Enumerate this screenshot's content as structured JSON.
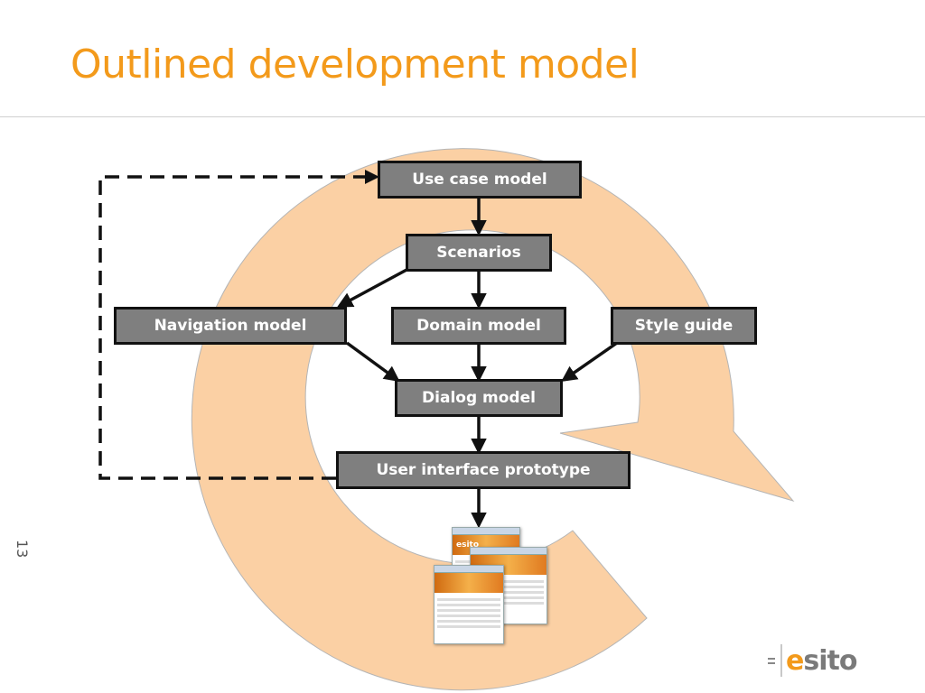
{
  "slide": {
    "title": "Outlined development model",
    "page_number": "13"
  },
  "diagram": {
    "nodes": {
      "use_case_model": "Use case model",
      "scenarios": "Scenarios",
      "navigation_model": "Navigation model",
      "domain_model": "Domain model",
      "style_guide": "Style guide",
      "dialog_model": "Dialog model",
      "ui_prototype": "User interface prototype"
    },
    "cycle_color": "#fbd0a4",
    "cycle_stroke": "#b0b0b0",
    "node_fill": "#7f7f7f"
  },
  "prototype_image": {
    "brand": "esito"
  },
  "logo": {
    "prefix": "e",
    "rest": "sito"
  },
  "colors": {
    "title": "#f39a1b",
    "accent": "#f39a1b"
  }
}
